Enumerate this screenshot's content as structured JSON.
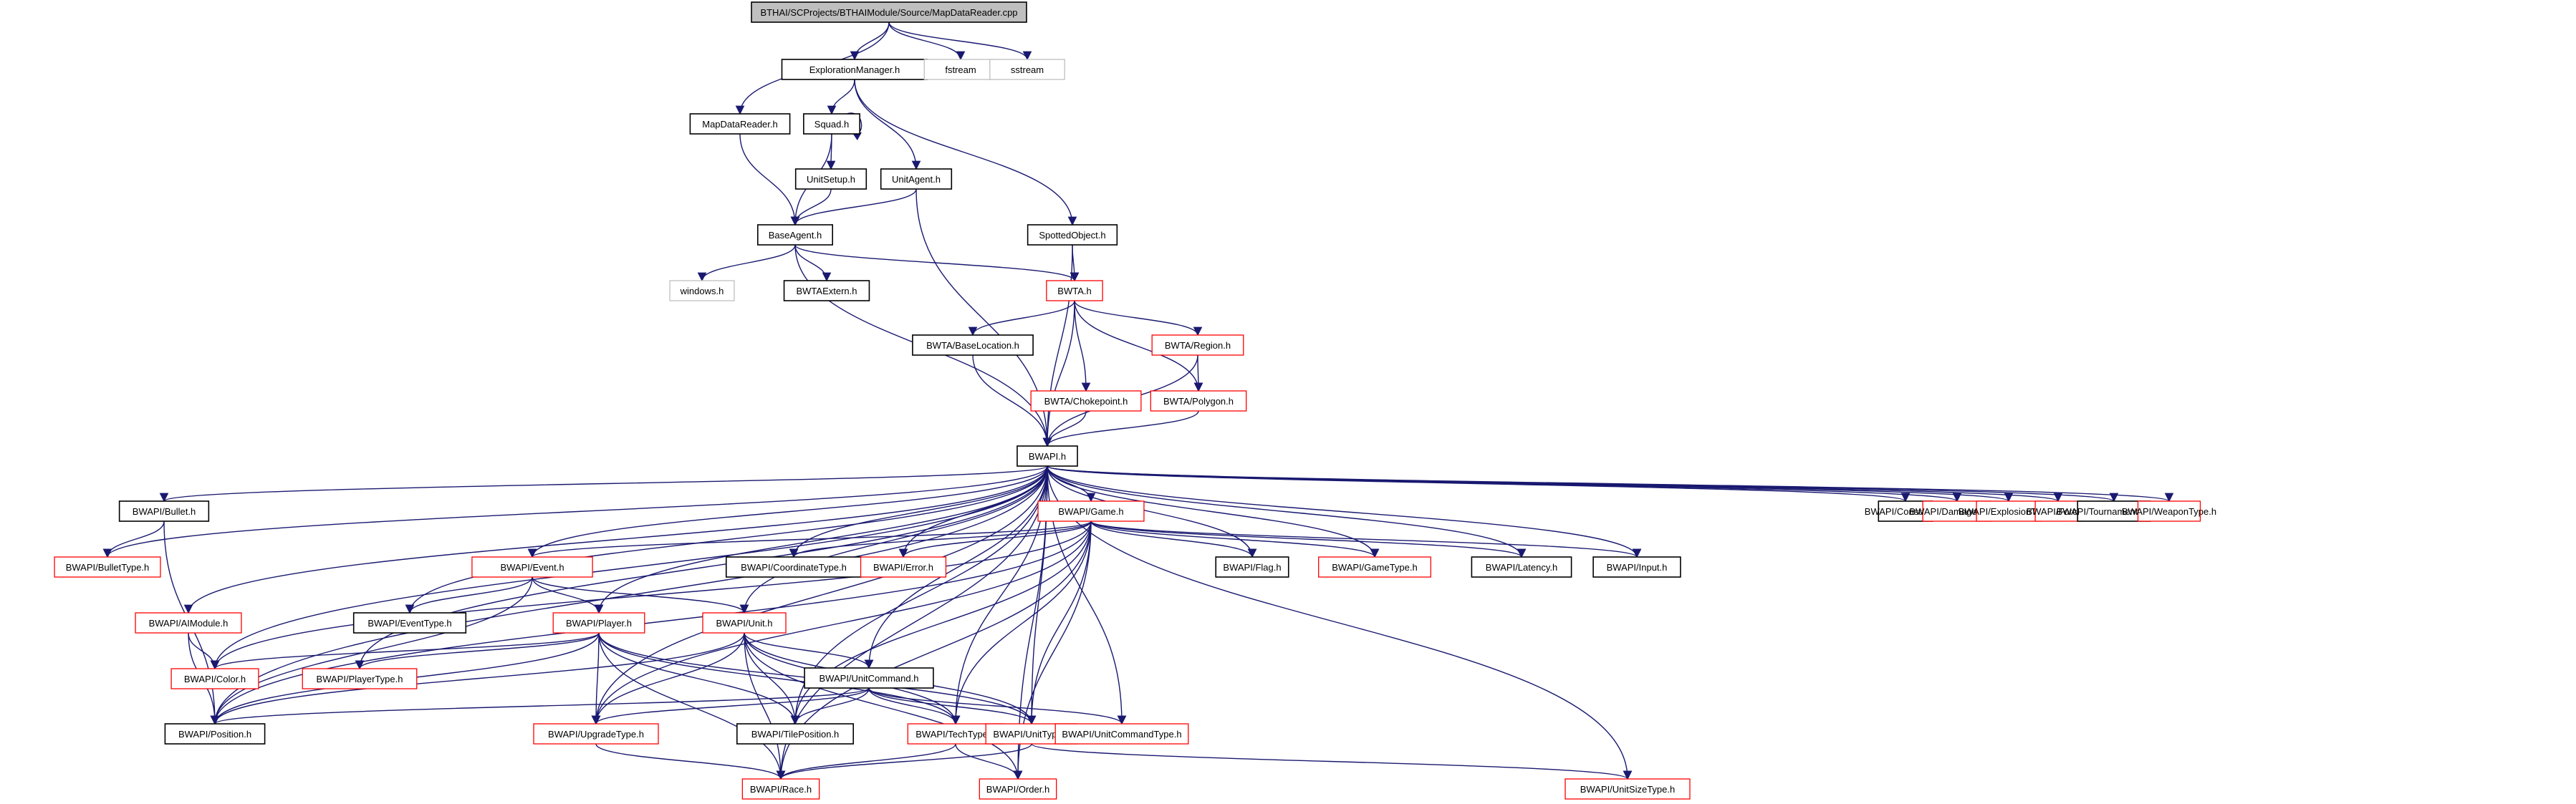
{
  "title": "BTHAI/SCProjects/BTHAIModule/Source/MapDataReader.cpp",
  "legend_colors": {
    "root_fill": "#bfbfbf",
    "documented_border": "#000000",
    "truncated_border": "#ff0000",
    "external_border": "#bfbfbf",
    "edge": "#191970"
  },
  "nodes": [
    {
      "id": "root",
      "label": "BTHAI/SCProjects/BTHAIModule/Source/MapDataReader.cpp",
      "kind": "root"
    },
    {
      "id": "ExplorationManager",
      "label": "ExplorationManager.h",
      "kind": "normal"
    },
    {
      "id": "fstream",
      "label": "fstream",
      "kind": "external"
    },
    {
      "id": "sstream",
      "label": "sstream",
      "kind": "external"
    },
    {
      "id": "MapDataReader",
      "label": "MapDataReader.h",
      "kind": "normal"
    },
    {
      "id": "Squad",
      "label": "Squad.h",
      "kind": "normal"
    },
    {
      "id": "UnitSetup",
      "label": "UnitSetup.h",
      "kind": "normal"
    },
    {
      "id": "UnitAgent",
      "label": "UnitAgent.h",
      "kind": "normal"
    },
    {
      "id": "BaseAgent",
      "label": "BaseAgent.h",
      "kind": "normal"
    },
    {
      "id": "SpottedObject",
      "label": "SpottedObject.h",
      "kind": "normal"
    },
    {
      "id": "windows",
      "label": "windows.h",
      "kind": "external"
    },
    {
      "id": "BWTAExtern",
      "label": "BWTAExtern.h",
      "kind": "normal"
    },
    {
      "id": "BWTA",
      "label": "BWTA.h",
      "kind": "truncated"
    },
    {
      "id": "BaseLocation",
      "label": "BWTA/BaseLocation.h",
      "kind": "normal"
    },
    {
      "id": "Region",
      "label": "BWTA/Region.h",
      "kind": "truncated"
    },
    {
      "id": "Chokepoint",
      "label": "BWTA/Chokepoint.h",
      "kind": "truncated"
    },
    {
      "id": "Polygon",
      "label": "BWTA/Polygon.h",
      "kind": "truncated"
    },
    {
      "id": "BWAPI",
      "label": "BWAPI.h",
      "kind": "normal"
    },
    {
      "id": "Bullet",
      "label": "BWAPI/Bullet.h",
      "kind": "normal"
    },
    {
      "id": "BulletType",
      "label": "BWAPI/BulletType.h",
      "kind": "truncated"
    },
    {
      "id": "Game",
      "label": "BWAPI/Game.h",
      "kind": "truncated"
    },
    {
      "id": "Event",
      "label": "BWAPI/Event.h",
      "kind": "truncated"
    },
    {
      "id": "CoordinateType",
      "label": "BWAPI/CoordinateType.h",
      "kind": "normal"
    },
    {
      "id": "Error",
      "label": "BWAPI/Error.h",
      "kind": "truncated"
    },
    {
      "id": "Flag",
      "label": "BWAPI/Flag.h",
      "kind": "normal"
    },
    {
      "id": "GameType",
      "label": "BWAPI/GameType.h",
      "kind": "truncated"
    },
    {
      "id": "Latency",
      "label": "BWAPI/Latency.h",
      "kind": "normal"
    },
    {
      "id": "Input",
      "label": "BWAPI/Input.h",
      "kind": "normal"
    },
    {
      "id": "Constants",
      "label": "BWAPI/Constants.h",
      "kind": "normal"
    },
    {
      "id": "DamageType",
      "label": "BWAPI/DamageType.h",
      "kind": "truncated"
    },
    {
      "id": "ExplosionType",
      "label": "BWAPI/ExplosionType.h",
      "kind": "truncated"
    },
    {
      "id": "Force",
      "label": "BWAPI/Force.h",
      "kind": "truncated"
    },
    {
      "id": "TournamentAction",
      "label": "BWAPI/TournamentAction.h",
      "kind": "normal"
    },
    {
      "id": "WeaponType",
      "label": "BWAPI/WeaponType.h",
      "kind": "truncated"
    },
    {
      "id": "AIModule",
      "label": "BWAPI/AIModule.h",
      "kind": "truncated"
    },
    {
      "id": "EventType",
      "label": "BWAPI/EventType.h",
      "kind": "normal"
    },
    {
      "id": "Player",
      "label": "BWAPI/Player.h",
      "kind": "truncated"
    },
    {
      "id": "Unit",
      "label": "BWAPI/Unit.h",
      "kind": "truncated"
    },
    {
      "id": "Color",
      "label": "BWAPI/Color.h",
      "kind": "truncated"
    },
    {
      "id": "PlayerType",
      "label": "BWAPI/PlayerType.h",
      "kind": "truncated"
    },
    {
      "id": "UnitCommand",
      "label": "BWAPI/UnitCommand.h",
      "kind": "normal"
    },
    {
      "id": "Position",
      "label": "BWAPI/Position.h",
      "kind": "normal"
    },
    {
      "id": "UpgradeType",
      "label": "BWAPI/UpgradeType.h",
      "kind": "truncated"
    },
    {
      "id": "TilePosition",
      "label": "BWAPI/TilePosition.h",
      "kind": "normal"
    },
    {
      "id": "TechType",
      "label": "BWAPI/TechType.h",
      "kind": "truncated"
    },
    {
      "id": "UnitType",
      "label": "BWAPI/UnitType.h",
      "kind": "truncated"
    },
    {
      "id": "UnitCommandType",
      "label": "BWAPI/UnitCommandType.h",
      "kind": "truncated"
    },
    {
      "id": "Race",
      "label": "BWAPI/Race.h",
      "kind": "truncated"
    },
    {
      "id": "Order",
      "label": "BWAPI/Order.h",
      "kind": "truncated"
    },
    {
      "id": "UnitSizeType",
      "label": "BWAPI/UnitSizeType.h",
      "kind": "truncated"
    }
  ],
  "edges": [
    [
      "root",
      "MapDataReader"
    ],
    [
      "root",
      "ExplorationManager"
    ],
    [
      "root",
      "fstream"
    ],
    [
      "root",
      "sstream"
    ],
    [
      "ExplorationManager",
      "Squad"
    ],
    [
      "ExplorationManager",
      "UnitAgent"
    ],
    [
      "ExplorationManager",
      "SpottedObject"
    ],
    [
      "Squad",
      "Squad"
    ],
    [
      "Squad",
      "UnitSetup"
    ],
    [
      "Squad",
      "BaseAgent"
    ],
    [
      "MapDataReader",
      "BaseAgent"
    ],
    [
      "UnitSetup",
      "BaseAgent"
    ],
    [
      "UnitAgent",
      "BaseAgent"
    ],
    [
      "UnitAgent",
      "BWAPI"
    ],
    [
      "BaseAgent",
      "windows"
    ],
    [
      "BaseAgent",
      "BWTAExtern"
    ],
    [
      "BaseAgent",
      "BWTA"
    ],
    [
      "BaseAgent",
      "BWAPI"
    ],
    [
      "SpottedObject",
      "BWTA"
    ],
    [
      "SpottedObject",
      "BWAPI"
    ],
    [
      "BWTA",
      "BaseLocation"
    ],
    [
      "BWTA",
      "Chokepoint"
    ],
    [
      "BWTA",
      "Polygon"
    ],
    [
      "BWTA",
      "Region"
    ],
    [
      "BWTA",
      "BWAPI"
    ],
    [
      "Region",
      "Polygon"
    ],
    [
      "Region",
      "BWAPI"
    ],
    [
      "BaseLocation",
      "BWAPI"
    ],
    [
      "Chokepoint",
      "BWAPI"
    ],
    [
      "Polygon",
      "BWAPI"
    ],
    [
      "BWAPI",
      "Bullet"
    ],
    [
      "BWAPI",
      "BulletType"
    ],
    [
      "BWAPI",
      "AIModule"
    ],
    [
      "BWAPI",
      "Color"
    ],
    [
      "BWAPI",
      "Position"
    ],
    [
      "BWAPI",
      "EventType"
    ],
    [
      "BWAPI",
      "PlayerType"
    ],
    [
      "BWAPI",
      "Event"
    ],
    [
      "BWAPI",
      "Player"
    ],
    [
      "BWAPI",
      "Unit"
    ],
    [
      "BWAPI",
      "Game"
    ],
    [
      "BWAPI",
      "CoordinateType"
    ],
    [
      "BWAPI",
      "Error"
    ],
    [
      "BWAPI",
      "Flag"
    ],
    [
      "BWAPI",
      "GameType"
    ],
    [
      "BWAPI",
      "Latency"
    ],
    [
      "BWAPI",
      "Input"
    ],
    [
      "BWAPI",
      "Constants"
    ],
    [
      "BWAPI",
      "DamageType"
    ],
    [
      "BWAPI",
      "ExplosionType"
    ],
    [
      "BWAPI",
      "Force"
    ],
    [
      "BWAPI",
      "TournamentAction"
    ],
    [
      "BWAPI",
      "WeaponType"
    ],
    [
      "BWAPI",
      "UnitCommand"
    ],
    [
      "BWAPI",
      "UpgradeType"
    ],
    [
      "BWAPI",
      "TilePosition"
    ],
    [
      "BWAPI",
      "TechType"
    ],
    [
      "BWAPI",
      "UnitType"
    ],
    [
      "BWAPI",
      "UnitCommandType"
    ],
    [
      "BWAPI",
      "Race"
    ],
    [
      "BWAPI",
      "Order"
    ],
    [
      "BWAPI",
      "UnitSizeType"
    ],
    [
      "Bullet",
      "BulletType"
    ],
    [
      "Bullet",
      "Position"
    ],
    [
      "AIModule",
      "Color"
    ],
    [
      "AIModule",
      "Position"
    ],
    [
      "Game",
      "Event"
    ],
    [
      "Game",
      "CoordinateType"
    ],
    [
      "Game",
      "Error"
    ],
    [
      "Game",
      "Flag"
    ],
    [
      "Game",
      "GameType"
    ],
    [
      "Game",
      "Latency"
    ],
    [
      "Game",
      "Input"
    ],
    [
      "Game",
      "Color"
    ],
    [
      "Game",
      "Position"
    ],
    [
      "Game",
      "UpgradeType"
    ],
    [
      "Game",
      "TilePosition"
    ],
    [
      "Game",
      "TechType"
    ],
    [
      "Game",
      "UnitType"
    ],
    [
      "Game",
      "Race"
    ],
    [
      "Game",
      "Order"
    ],
    [
      "Event",
      "EventType"
    ],
    [
      "Event",
      "Player"
    ],
    [
      "Event",
      "Unit"
    ],
    [
      "Event",
      "Position"
    ],
    [
      "Player",
      "Color"
    ],
    [
      "Player",
      "PlayerType"
    ],
    [
      "Player",
      "Position"
    ],
    [
      "Player",
      "UpgradeType"
    ],
    [
      "Player",
      "TilePosition"
    ],
    [
      "Player",
      "TechType"
    ],
    [
      "Player",
      "UnitType"
    ],
    [
      "Player",
      "Race"
    ],
    [
      "Unit",
      "UnitCommand"
    ],
    [
      "Unit",
      "Position"
    ],
    [
      "Unit",
      "UpgradeType"
    ],
    [
      "Unit",
      "TilePosition"
    ],
    [
      "Unit",
      "TechType"
    ],
    [
      "Unit",
      "UnitType"
    ],
    [
      "Unit",
      "Order"
    ],
    [
      "Unit",
      "Race"
    ],
    [
      "UnitCommand",
      "Position"
    ],
    [
      "UnitCommand",
      "UpgradeType"
    ],
    [
      "UnitCommand",
      "TilePosition"
    ],
    [
      "UnitCommand",
      "TechType"
    ],
    [
      "UnitCommand",
      "UnitType"
    ],
    [
      "UnitCommand",
      "UnitCommandType"
    ],
    [
      "UpgradeType",
      "Race"
    ],
    [
      "TechType",
      "Race"
    ],
    [
      "TechType",
      "Order"
    ],
    [
      "UnitType",
      "Race"
    ],
    [
      "UnitType",
      "UnitSizeType"
    ]
  ]
}
